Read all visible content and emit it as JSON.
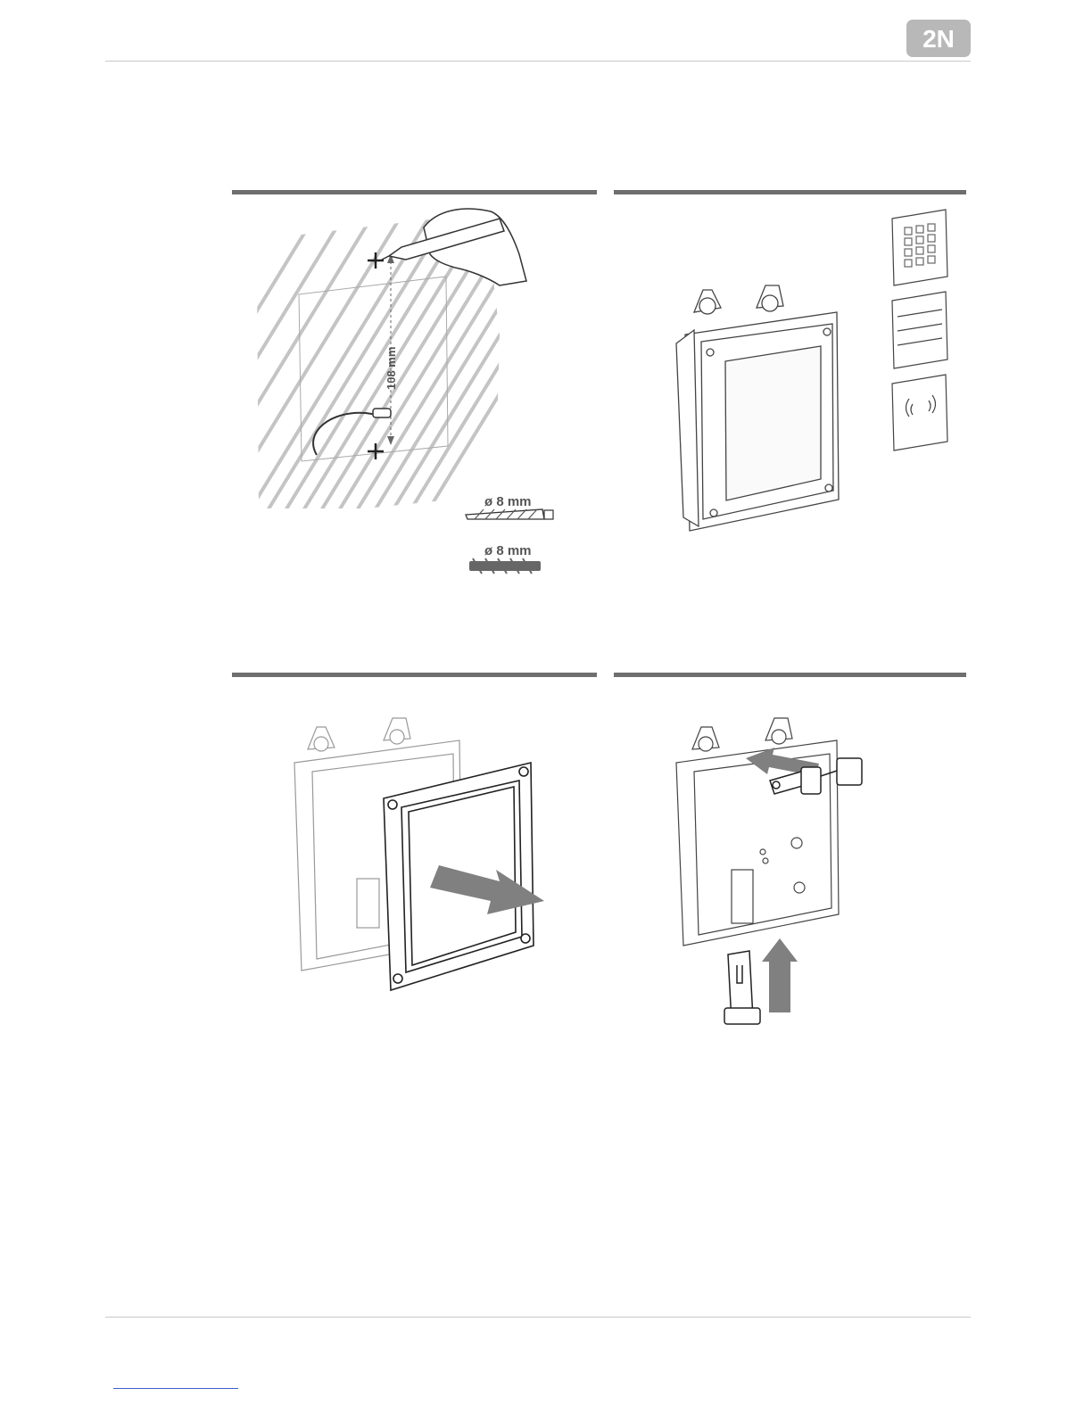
{
  "header": {
    "logo_text": "2N",
    "brand_color": "#b8b8b8"
  },
  "panels": [
    {
      "name": "step-mark-and-drill",
      "labels": {
        "distance": "108 mm",
        "drill": "ø 8 mm",
        "dowel": "ø 8 mm"
      }
    },
    {
      "name": "step-insert-modules"
    },
    {
      "name": "step-remove-frame"
    },
    {
      "name": "step-insert-holders"
    }
  ],
  "colors": {
    "rule": "#6e6e6e",
    "line": "#333333",
    "arrow": "#808080",
    "hatch": "#c4c4c4"
  }
}
